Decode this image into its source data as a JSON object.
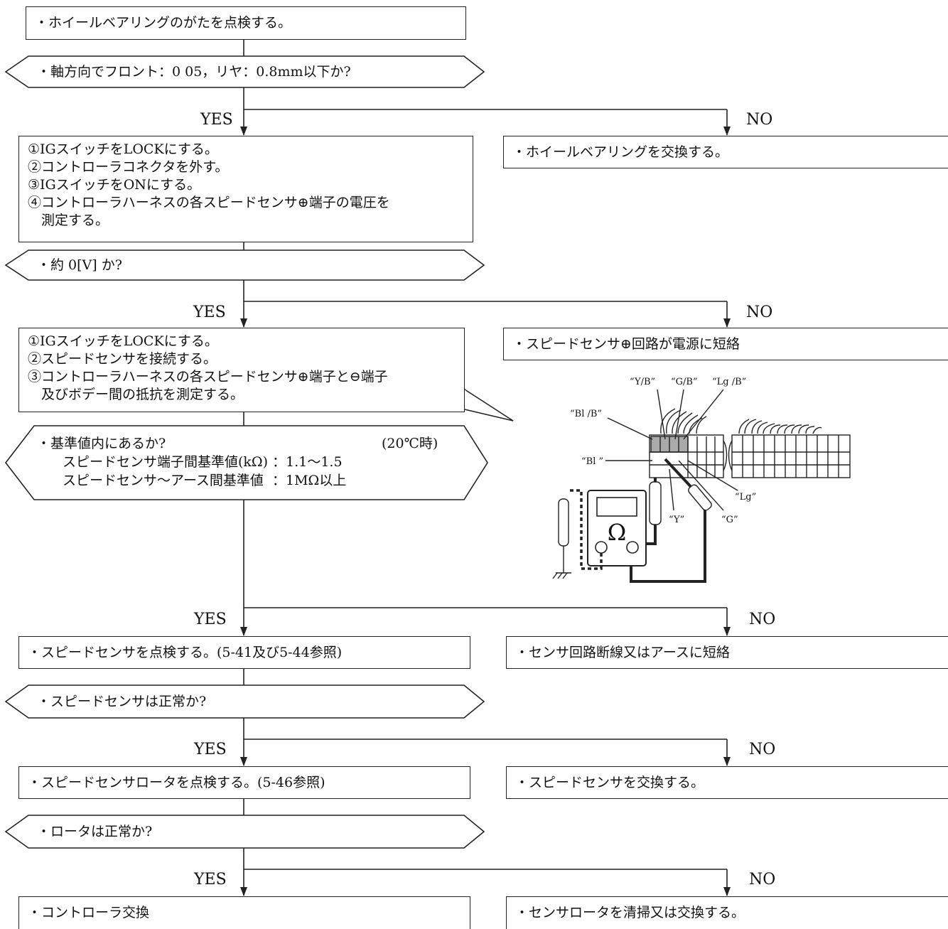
{
  "steps": {
    "s1": "・ホイールベアリングのがたを点検する。",
    "d1": "・軸方向でフロント：0 05，リヤ：0.8mm以下か?",
    "no1": "・ホイールベアリングを交換する。",
    "s2": "①IGスイッチをLOCKにする。\n②コントローラコネクタを外す。\n③IGスイッチをONにする。\n④コントローラハーネスの各スピードセンサ⊕端子の電圧を\n　測定する。",
    "d2": "・約 0[V] か?",
    "no2": "・スピードセンサ⊕回路が電源に短絡",
    "s3": "①IGスイッチをLOCKにする。\n②スピードセンサを接続する。\n③コントローラハーネスの各スピードセンサ⊕端子と⊖端子\n　及びボデー間の抵抗を測定する。",
    "d3_question": "・基準値内にあるか?",
    "d3_temp": "(20℃時)",
    "d3_line1": "スピードセンサ端子間基準値(kΩ) ：1.1〜1.5",
    "d3_line2": "スピードセンサ〜アース間基準値  ：1MΩ以上",
    "s4": "・スピードセンサを点検する。(5-41及び5-44参照)",
    "no4": "・センサ回路断線又はアースに短絡",
    "d4": "・スピードセンサは正常か?",
    "s5": "・スピードセンサロータを点検する。(5-46参照)",
    "no5": "・スピードセンサを交換する。",
    "d5": "・ロータは正常か?",
    "s6": "・コントローラ交換",
    "no6": "・センサロータを清掃又は交換する。"
  },
  "branch_labels": {
    "yes": "YES",
    "no": "NO"
  },
  "wire_labels": {
    "yb": "“Y/B”",
    "gb": "“G/B”",
    "lgb": "“Lg /B”",
    "blb": "“Bl /B”",
    "bl": "“Bl ”",
    "lg": "“Lg”",
    "y": "“Y”",
    "g": "“G”"
  }
}
